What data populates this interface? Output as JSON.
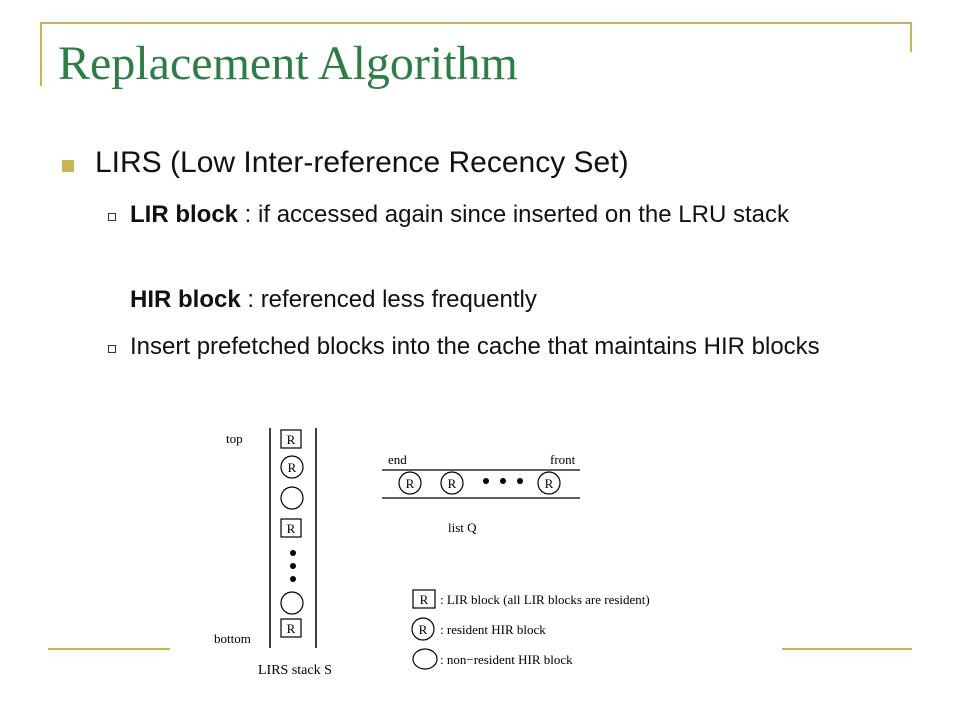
{
  "slide": {
    "title": "Replacement Algorithm",
    "bullet": "LIRS (Low Inter-reference Recency Set)",
    "sub1_bold": "LIR block",
    "sub1_text": " : if accessed again since inserted on the LRU stack",
    "sub1b_bold": "HIR block",
    "sub1b_text": " : referenced less frequently",
    "sub2_text": "Insert prefetched blocks into the cache that maintains HIR blocks"
  },
  "figure": {
    "top_label": "top",
    "bottom_label": "bottom",
    "stack_label": "LIRS stack S",
    "block_letter": "R",
    "end_label": "end",
    "front_label": "front",
    "list_label": "list Q",
    "legend_lir": ": LIR block (all LIR blocks are resident)",
    "legend_resident_hir": ": resident HIR block",
    "legend_nonresident_hir": ": non−resident HIR block"
  }
}
